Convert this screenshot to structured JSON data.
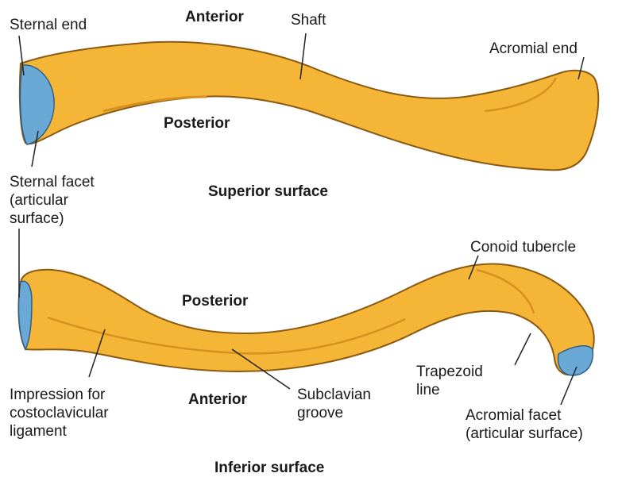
{
  "colors": {
    "bone_fill": "#f5b637",
    "bone_stroke": "#8a5a12",
    "bone_shadow": "#d7901f",
    "facet_fill": "#6aa9d6",
    "facet_stroke": "#2f5f86",
    "leader": "#222222",
    "text": "#1a1a1a"
  },
  "superior": {
    "sternal_end": "Sternal end",
    "anterior": "Anterior",
    "shaft": "Shaft",
    "acromial_end": "Acromial end",
    "posterior": "Posterior",
    "sternal_facet": [
      "Sternal facet",
      "(articular",
      "surface)"
    ],
    "view_title": "Superior surface"
  },
  "inferior": {
    "conoid_tubercle": "Conoid tubercle",
    "posterior": "Posterior",
    "trapezoid_line": [
      "Trapezoid",
      "line"
    ],
    "impression": [
      "Impression for",
      "costoclavicular",
      "ligament"
    ],
    "anterior": "Anterior",
    "subclavian_groove": [
      "Subclavian",
      "groove"
    ],
    "acromial_facet": [
      "Acromial facet",
      "(articular surface)"
    ],
    "view_title": "Inferior surface"
  }
}
